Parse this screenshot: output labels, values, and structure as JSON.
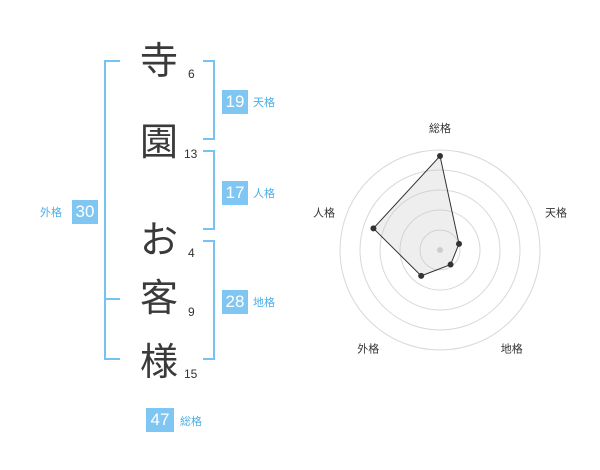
{
  "name_chars": [
    {
      "char": "寺",
      "strokes": "6"
    },
    {
      "char": "園",
      "strokes": "13"
    },
    {
      "char": "お",
      "strokes": "4"
    },
    {
      "char": "客",
      "strokes": "9"
    },
    {
      "char": "様",
      "strokes": "15"
    }
  ],
  "kaku": {
    "tenkaku": {
      "label": "天格",
      "value": "19"
    },
    "jinkaku": {
      "label": "人格",
      "value": "17"
    },
    "chikaku": {
      "label": "地格",
      "value": "28"
    },
    "gaikaku": {
      "label": "外格",
      "value": "30"
    },
    "soukaku": {
      "label": "総格",
      "value": "47"
    }
  },
  "colors": {
    "accent": "#80c6f2",
    "label": "#4aaee8",
    "line": "#76c2f0"
  },
  "chart_data": {
    "type": "radar",
    "axes": [
      "総格",
      "天格",
      "地格",
      "外格",
      "人格"
    ],
    "levels": 5,
    "max": 5,
    "values": [
      4.7,
      1.0,
      0.9,
      1.6,
      3.5
    ]
  }
}
